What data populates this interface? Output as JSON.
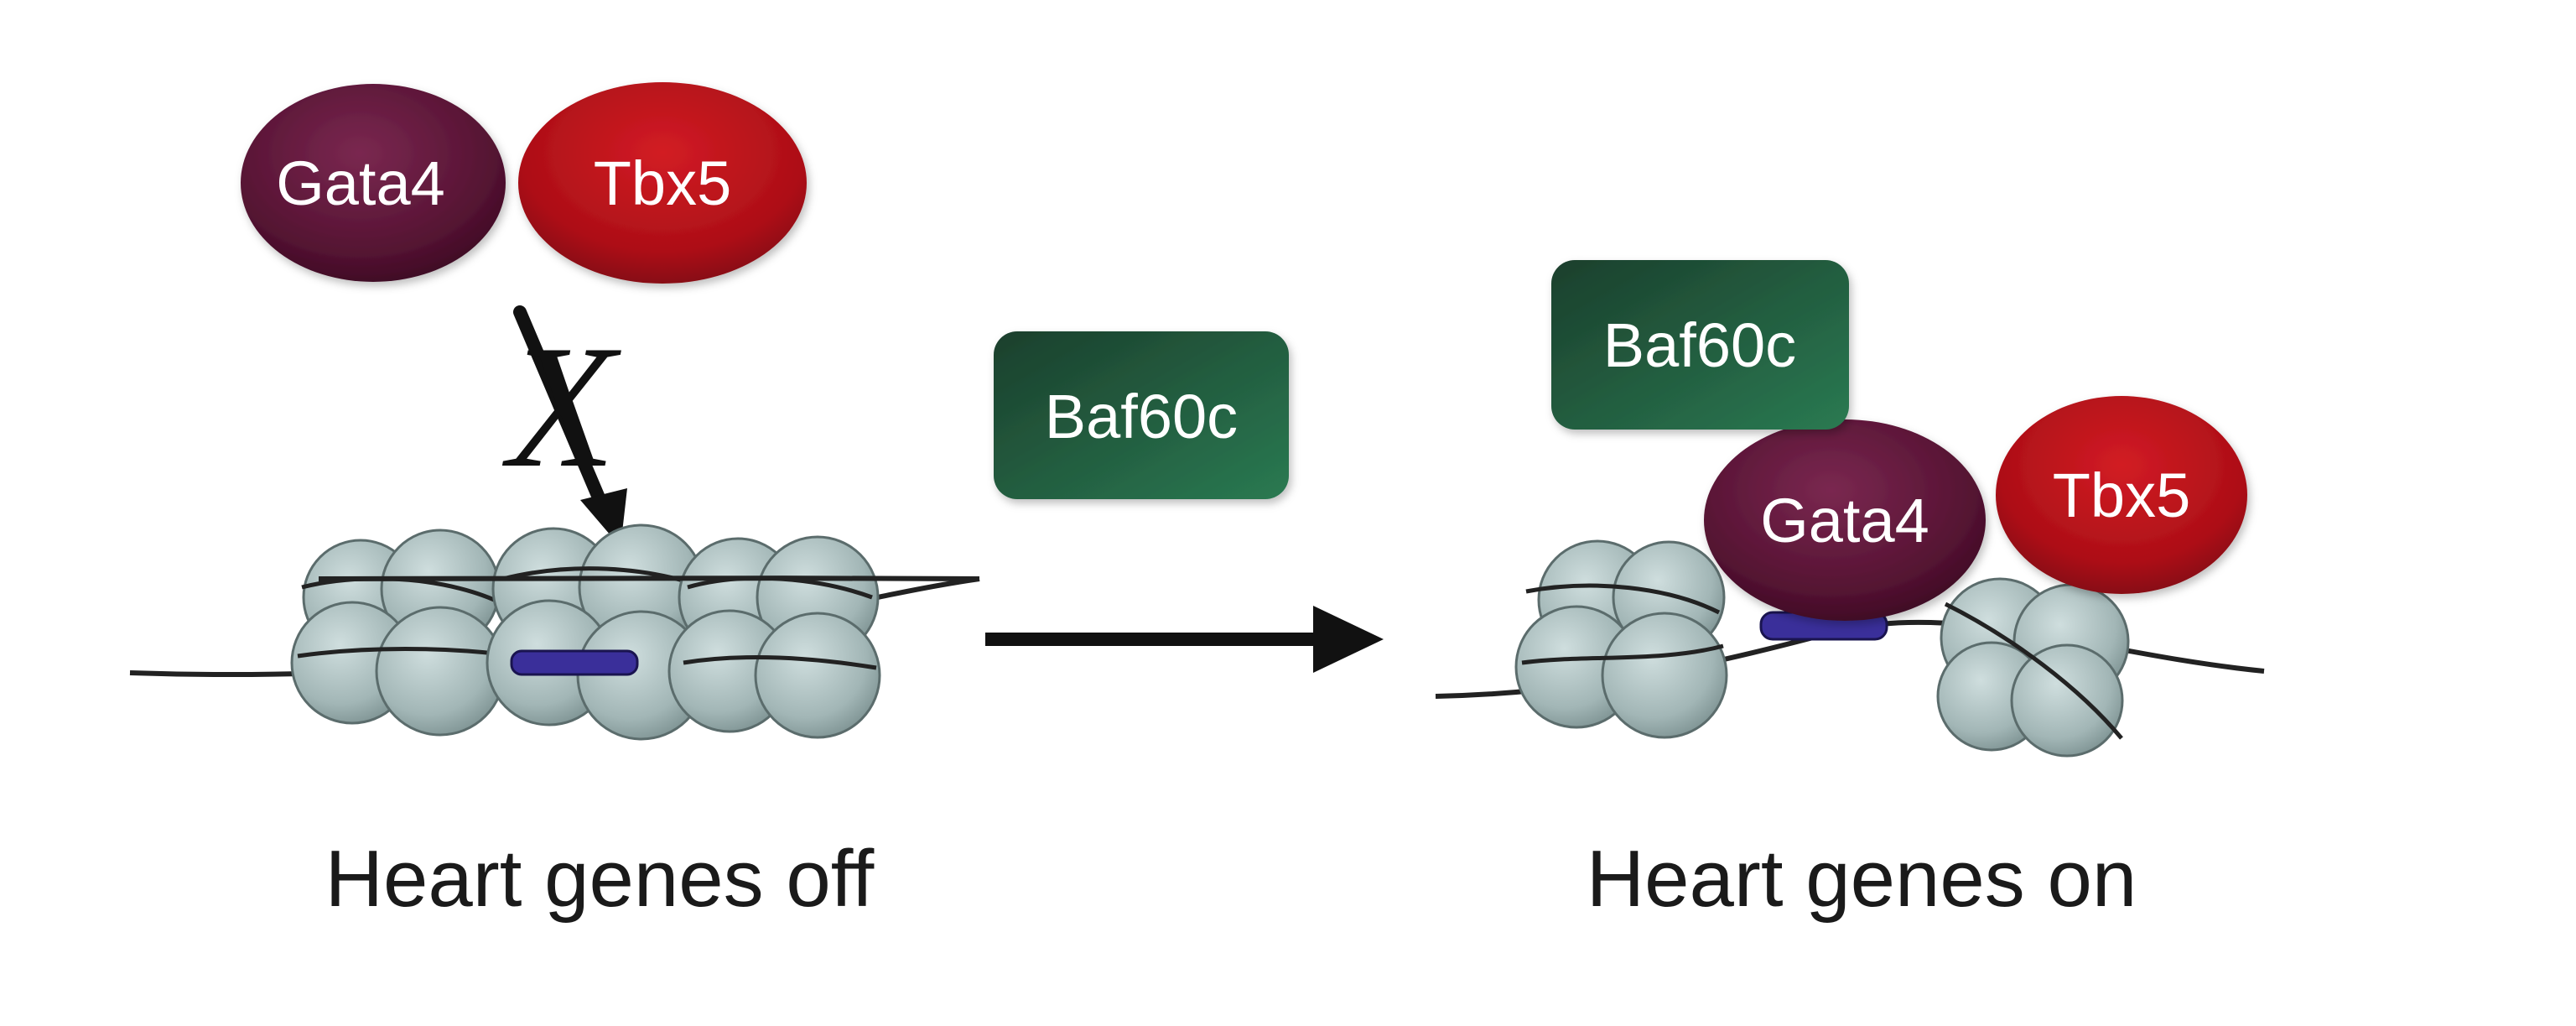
{
  "left_panel": {
    "gata4_label": "Gata4",
    "tbx5_label": "Tbx5",
    "blocked_mark": "X",
    "caption": "Heart genes off"
  },
  "middle": {
    "baf60c_label": "Baf60c"
  },
  "right_panel": {
    "baf60c_label": "Baf60c",
    "gata4_label": "Gata4",
    "tbx5_label": "Tbx5",
    "caption": "Heart genes on"
  },
  "colors": {
    "gata4": "#5a1535",
    "tbx5": "#b01018",
    "baf60c": "#1e5a3e",
    "nucleosome": "#a9bcbc",
    "gene_region": "#3a2f9a",
    "dna": "#222222"
  },
  "icons": {
    "nucleosome": "nucleosome-icon",
    "arrow": "right-arrow-icon"
  }
}
